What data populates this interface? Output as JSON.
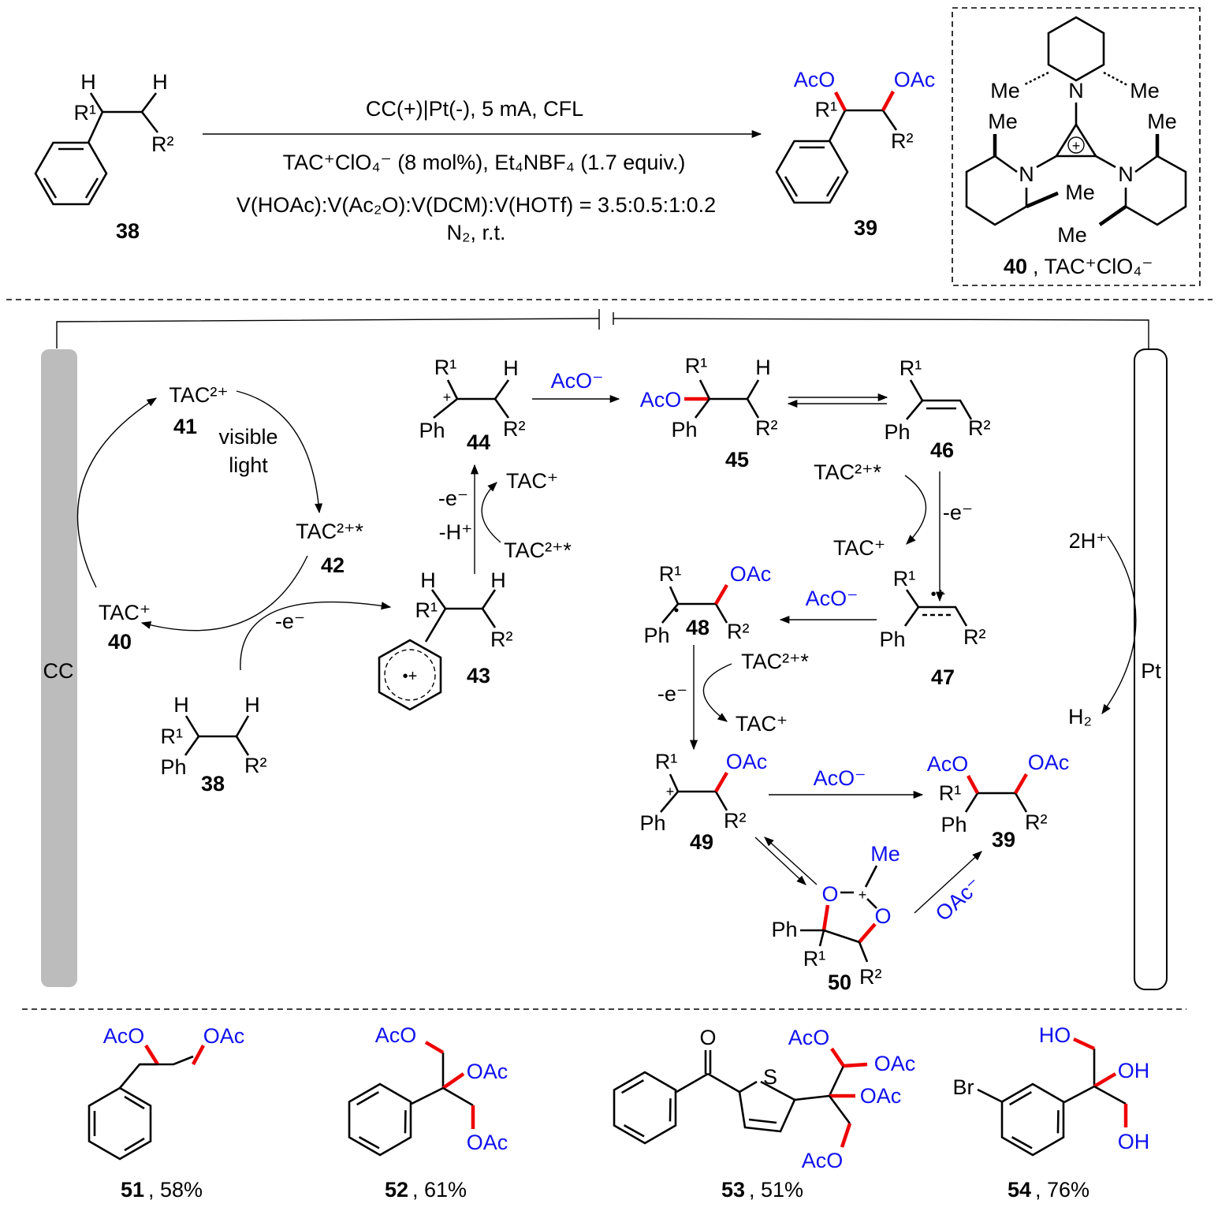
{
  "atoms": {
    "H": "H",
    "R1": "R¹",
    "R2": "R²",
    "Ph": "Ph",
    "AcO": "AcO",
    "OAc": "OAc",
    "Me": "Me",
    "N": "N",
    "O": "O",
    "S": "S",
    "Br": "Br",
    "HO": "HO",
    "OH": "OH",
    "plus": "+",
    "radcat": "•+"
  },
  "conditions": {
    "line1": "CC(+)|Pt(-), 5 mA, CFL",
    "line2": "TAC⁺ClO₄⁻ (8 mol%), Et₄NBF₄ (1.7 equiv.)",
    "line3": "V(HOAc):V(Ac₂O):V(DCM):V(HOTf) = 3.5:0.5:1:0.2",
    "line4": "N₂, r.t."
  },
  "compounds": {
    "c38": "38",
    "c39": "39",
    "c40": "40",
    "c40_name": ", TAC⁺ClO₄⁻",
    "c41": "41",
    "c42": "42",
    "c43": "43",
    "c44": "44",
    "c45": "45",
    "c46": "46",
    "c47": "47",
    "c48": "48",
    "c49": "49",
    "c50": "50"
  },
  "mechanism": {
    "tac2": "TAC²⁺",
    "tac2star": "TAC²⁺*",
    "tacplus": "TAC⁺",
    "visible": "visible",
    "light": "light",
    "minus_e": "-e⁻",
    "minus_h": "-H⁺",
    "aco_minus": "AcO⁻",
    "oac_minus": "OAc⁻",
    "two_h": "2H⁺",
    "h2": "H₂",
    "cc": "CC",
    "pt": "Pt"
  },
  "products": [
    {
      "num": "51",
      "yield": ", 58%"
    },
    {
      "num": "52",
      "yield": ", 61%"
    },
    {
      "num": "53",
      "yield": ", 51%"
    },
    {
      "num": "54",
      "yield": ", 76%"
    }
  ]
}
